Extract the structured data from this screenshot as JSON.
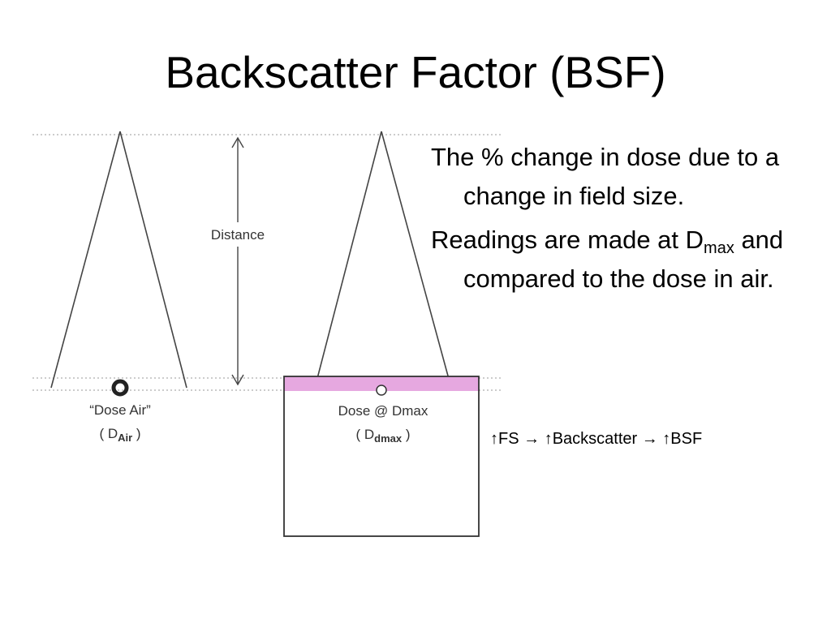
{
  "slide": {
    "title": "Backscatter Factor (BSF)"
  },
  "diagram": {
    "distance_label": "Distance",
    "air_label": "“Dose Air”",
    "air_sub_open": "( D",
    "air_sub_text": "Air",
    "air_sub_close": " )",
    "dmax_label": "Dose @ Dmax",
    "dmax_sub_open": "( D",
    "dmax_sub_text": "dmax",
    "dmax_sub_close": " )",
    "phantom_color": "#e6a8e0"
  },
  "bullets": [
    {
      "text": "The % change in dose due to a change in field size."
    },
    {
      "before": "Readings are made at D",
      "sub": "max",
      "after": " and compared to the dose in air."
    }
  ],
  "note": {
    "parts": [
      "↑FS",
      " → ",
      "↑Backscatter",
      " → ",
      "↑BSF"
    ]
  }
}
